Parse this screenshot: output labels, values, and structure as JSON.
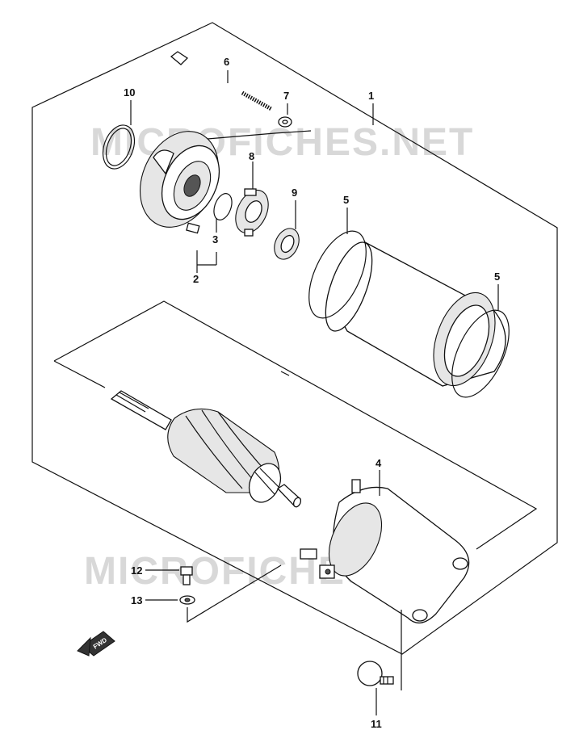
{
  "diagram": {
    "labels": {
      "p1": "1",
      "p2": "2",
      "p3": "3",
      "p4": "4",
      "p5a": "5",
      "p5b": "5",
      "p6": "6",
      "p7": "7",
      "p8": "8",
      "p9": "9",
      "p10": "10",
      "p11": "11",
      "p12": "12",
      "p13": "13"
    },
    "watermark": "MICROFICHES.NET",
    "fwd_badge": "FWD"
  }
}
